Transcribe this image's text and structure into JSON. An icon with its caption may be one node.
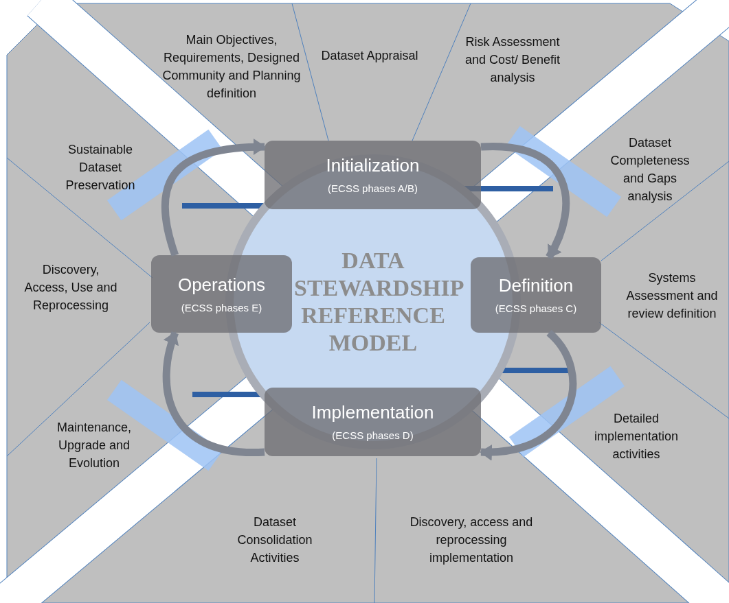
{
  "diagram": {
    "nodes": [
      {
        "text": [
          "DATA STEWARDSHIP REFERENCE MODEL"
        ]
      },
      {
        "text": [
          "Initialization",
          "(ECSS phases A/B)"
        ]
      },
      {
        "text": [
          "Definition",
          "(ECSS phases C)"
        ]
      },
      {
        "text": [
          "Implementation",
          "(ECSS phases D)"
        ]
      },
      {
        "text": [
          "Operations",
          "(ECSS phases E)"
        ]
      }
    ],
    "edges": [
      {
        "from": 4,
        "to": 1,
        "arrow": "to"
      },
      {
        "from": 1,
        "to": 2,
        "arrow": "to"
      },
      {
        "from": 2,
        "to": 3,
        "arrow": "to"
      },
      {
        "from": 3,
        "to": 4,
        "arrow": "to"
      }
    ],
    "labels": [
      "Main Objectives, Requirements, Designed Community and Planning definition",
      "Dataset Appraisal",
      "Risk Assessment and Cost/ Benefit analysis",
      "Sustainable Dataset Preservation",
      "Dataset Completeness and Gaps analysis",
      "Discovery, Access, Use and Reprocessing",
      "Systems Assessment and review definition",
      "Maintenance, Upgrade and Evolution",
      "Detailed implementation activities",
      "Dataset Consolidation Activities",
      "Discovery, access and reprocessing implementation"
    ]
  }
}
